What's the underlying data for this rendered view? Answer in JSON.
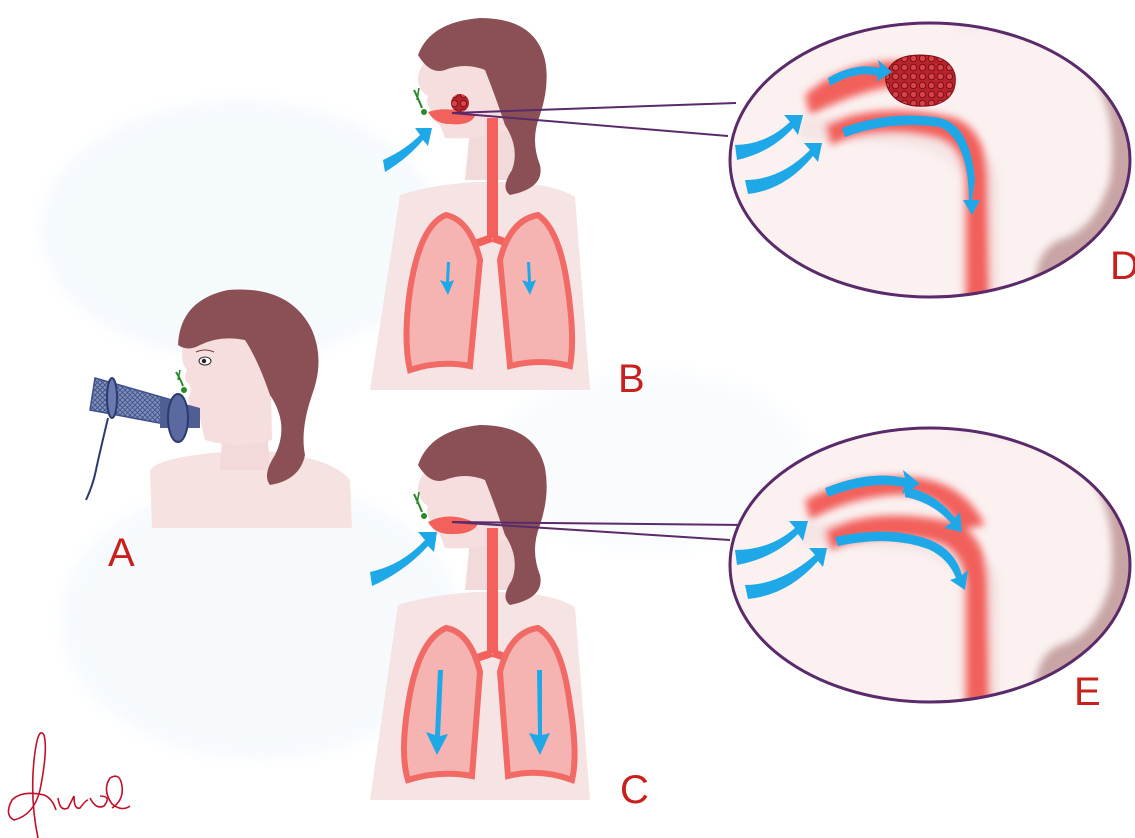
{
  "labels": {
    "a": "A",
    "b": "B",
    "c": "C",
    "d": "D",
    "e": "E"
  },
  "signature": "Ayrner",
  "colors": {
    "label": "#c8201c",
    "hair": "#8a5055",
    "skin": "#f5dedd",
    "airway": "#f2615c",
    "lung": "#f26a66",
    "arrow": "#1fa8e8",
    "drop": "#2a8a2a",
    "inset_border": "#5a2a6a",
    "mask": "#3d4f8a",
    "obstruction": "#c0202a"
  }
}
